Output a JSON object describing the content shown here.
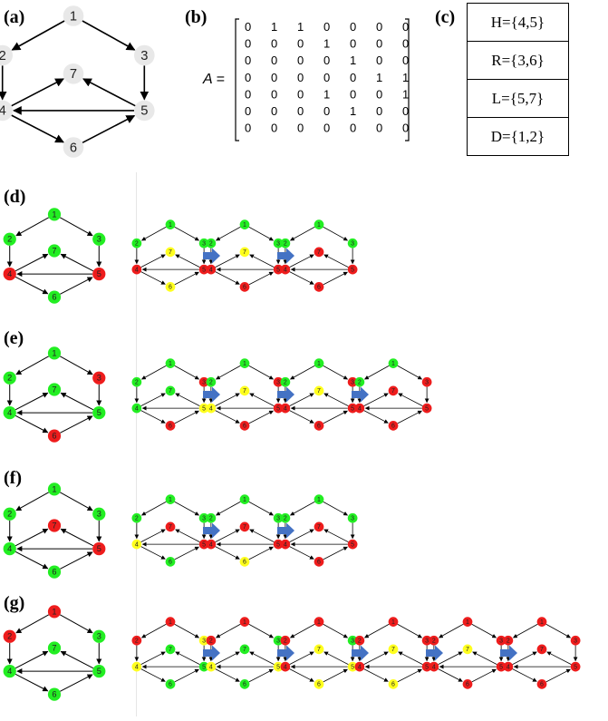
{
  "panels": {
    "a": "(a)",
    "b": "(b)",
    "c": "(c)",
    "d": "(d)",
    "e": "(e)",
    "f": "(f)",
    "g": "(g)"
  },
  "matrix": {
    "label": "A =",
    "rows": [
      [
        0,
        1,
        1,
        0,
        0,
        0,
        0
      ],
      [
        0,
        0,
        0,
        1,
        0,
        0,
        0
      ],
      [
        0,
        0,
        0,
        0,
        1,
        0,
        0
      ],
      [
        0,
        0,
        0,
        0,
        0,
        1,
        1
      ],
      [
        0,
        0,
        0,
        1,
        0,
        0,
        1
      ],
      [
        0,
        0,
        0,
        0,
        1,
        0,
        0
      ],
      [
        0,
        0,
        0,
        0,
        0,
        0,
        0
      ]
    ]
  },
  "sets": [
    "H={4,5}",
    "R={3,6}",
    "L={5,7}",
    "D={1,2}"
  ],
  "graph": {
    "nodes": [
      "1",
      "2",
      "3",
      "4",
      "5",
      "6",
      "7"
    ],
    "edges": [
      [
        "1",
        "2"
      ],
      [
        "1",
        "3"
      ],
      [
        "2",
        "4"
      ],
      [
        "3",
        "5"
      ],
      [
        "4",
        "7"
      ],
      [
        "4",
        "6"
      ],
      [
        "5",
        "7"
      ],
      [
        "5",
        "4"
      ],
      [
        "6",
        "5"
      ]
    ]
  },
  "colors": {
    "gray": "#e8e8e8",
    "green": "#22ee22",
    "red": "#ee1c1c",
    "yellow": "#ffff1e",
    "arrow": "#4472c4"
  },
  "rows": [
    {
      "label": "d",
      "main": [
        "G",
        "G",
        "G",
        "R",
        "R",
        "G",
        "G"
      ],
      "steps": [
        [
          "G",
          "G",
          "G",
          "R",
          "R",
          "Y",
          "Y"
        ],
        [
          "G",
          "G",
          "G",
          "R",
          "R",
          "R",
          "Y"
        ],
        [
          "G",
          "G",
          "G",
          "R",
          "R",
          "R",
          "R"
        ]
      ]
    },
    {
      "label": "e",
      "main": [
        "G",
        "G",
        "R",
        "G",
        "G",
        "R",
        "G"
      ],
      "steps": [
        [
          "G",
          "G",
          "R",
          "G",
          "Y",
          "R",
          "G"
        ],
        [
          "G",
          "G",
          "R",
          "Y",
          "R",
          "R",
          "Y"
        ],
        [
          "G",
          "G",
          "R",
          "R",
          "R",
          "R",
          "Y"
        ],
        [
          "G",
          "G",
          "R",
          "R",
          "R",
          "R",
          "R"
        ]
      ]
    },
    {
      "label": "f",
      "main": [
        "G",
        "G",
        "G",
        "G",
        "R",
        "G",
        "R"
      ],
      "steps": [
        [
          "G",
          "G",
          "G",
          "Y",
          "R",
          "G",
          "R"
        ],
        [
          "G",
          "G",
          "G",
          "R",
          "R",
          "Y",
          "R"
        ],
        [
          "G",
          "G",
          "G",
          "R",
          "R",
          "R",
          "R"
        ]
      ]
    },
    {
      "label": "g",
      "main": [
        "R",
        "R",
        "G",
        "G",
        "G",
        "G",
        "G"
      ],
      "steps": [
        [
          "R",
          "R",
          "Y",
          "Y",
          "G",
          "G",
          "G"
        ],
        [
          "R",
          "R",
          "G",
          "Y",
          "Y",
          "G",
          "G"
        ],
        [
          "R",
          "R",
          "G",
          "R",
          "Y",
          "Y",
          "Y"
        ],
        [
          "R",
          "R",
          "R",
          "R",
          "R",
          "Y",
          "Y"
        ],
        [
          "R",
          "R",
          "R",
          "R",
          "R",
          "R",
          "Y"
        ],
        [
          "R",
          "R",
          "R",
          "R",
          "R",
          "R",
          "R"
        ]
      ]
    }
  ]
}
